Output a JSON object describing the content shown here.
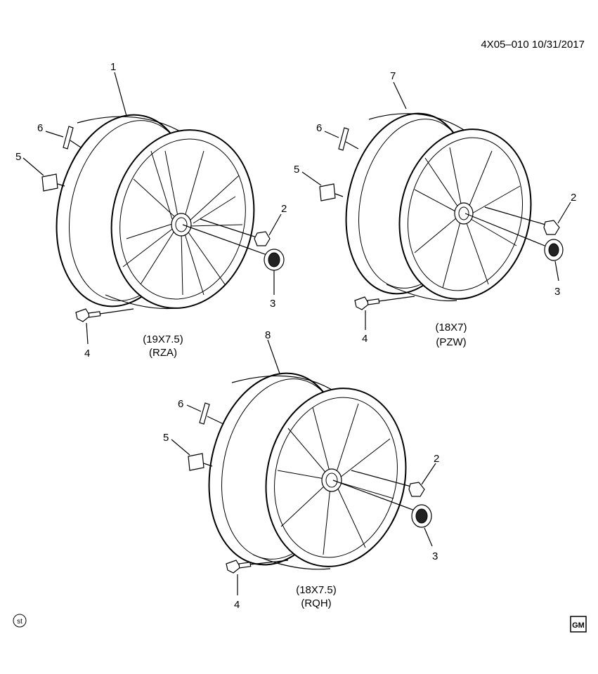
{
  "header": {
    "ref": "4X05–010  10/31/2017"
  },
  "wheels": [
    {
      "number": "1",
      "size": "(19X7.5)",
      "code": "(RZA)"
    },
    {
      "number": "7",
      "size": "(18X7)",
      "code": "(PZW)"
    },
    {
      "number": "8",
      "size": "(18X7.5)",
      "code": "(RQH)"
    }
  ],
  "callouts": {
    "nut": "2",
    "cap": "3",
    "valve": "4",
    "label": "5",
    "weight": "6"
  },
  "footer": {
    "st_mark": "st",
    "gm_logo": "GM"
  }
}
